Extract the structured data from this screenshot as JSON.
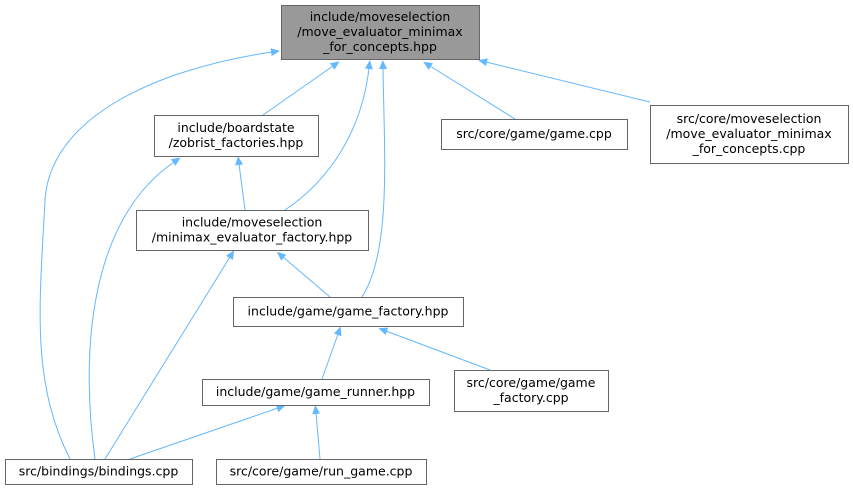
{
  "nodes": [
    {
      "id": "top",
      "lines": [
        "include/moveselection",
        "/move_evaluator_minimax",
        "_for_concepts.hpp"
      ],
      "highlighted": true
    },
    {
      "id": "zobrist",
      "lines": [
        "include/boardstate",
        "/zobrist_factories.hpp"
      ]
    },
    {
      "id": "gamecpp",
      "lines": [
        "src/core/game/game.cpp"
      ]
    },
    {
      "id": "mecpp",
      "lines": [
        "src/core/moveselection",
        "/move_evaluator_minimax",
        "_for_concepts.cpp"
      ]
    },
    {
      "id": "minimax",
      "lines": [
        "include/moveselection",
        "/minimax_evaluator_factory.hpp"
      ]
    },
    {
      "id": "gfhpp",
      "lines": [
        "include/game/game_factory.hpp"
      ]
    },
    {
      "id": "runner",
      "lines": [
        "include/game/game_runner.hpp"
      ]
    },
    {
      "id": "gfcpp",
      "lines": [
        "src/core/game/game",
        "_factory.cpp"
      ]
    },
    {
      "id": "bindings",
      "lines": [
        "src/bindings/bindings.cpp"
      ]
    },
    {
      "id": "rungame",
      "lines": [
        "src/core/game/run_game.cpp"
      ]
    }
  ],
  "edges": [
    {
      "from": "zobrist",
      "to": "top"
    },
    {
      "from": "minimax",
      "to": "top"
    },
    {
      "from": "gfhpp",
      "to": "top"
    },
    {
      "from": "gamecpp",
      "to": "top"
    },
    {
      "from": "mecpp",
      "to": "top"
    },
    {
      "from": "bindings",
      "to": "top"
    },
    {
      "from": "bindings",
      "to": "zobrist"
    },
    {
      "from": "minimax",
      "to": "zobrist"
    },
    {
      "from": "bindings",
      "to": "minimax"
    },
    {
      "from": "gfhpp",
      "to": "minimax"
    },
    {
      "from": "runner",
      "to": "gfhpp"
    },
    {
      "from": "gfcpp",
      "to": "gfhpp"
    },
    {
      "from": "bindings",
      "to": "runner"
    },
    {
      "from": "rungame",
      "to": "runner"
    }
  ],
  "colors": {
    "edge": "#63b8ff",
    "border": "#666666",
    "highlight": "#999999"
  }
}
